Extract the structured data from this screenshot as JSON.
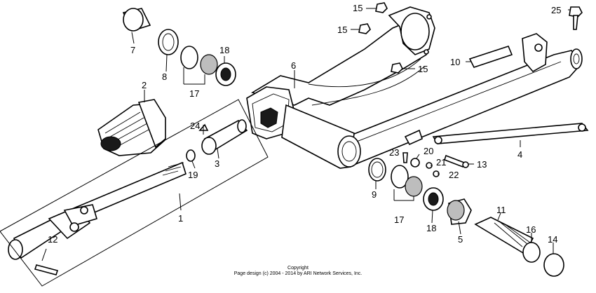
{
  "labels": {
    "n1": "1",
    "n2": "2",
    "n3": "3",
    "n4": "4",
    "n5": "5",
    "n6": "6",
    "n7": "7",
    "n8": "8",
    "n9": "9",
    "n10": "10",
    "n11": "11",
    "n12": "12",
    "n13": "13",
    "n14": "14",
    "n15a": "15",
    "n15b": "15",
    "n15c": "15",
    "n16": "16",
    "n17a": "17",
    "n17b": "17",
    "n18a": "18",
    "n18b": "18",
    "n19": "19",
    "n20": "20",
    "n21": "21",
    "n22": "22",
    "n23": "23",
    "n24": "24",
    "n25": "25"
  },
  "copyright": {
    "line1": "Copyright",
    "line2": "Page design (c) 2004 - 2014 by ARI Network Services, Inc."
  }
}
